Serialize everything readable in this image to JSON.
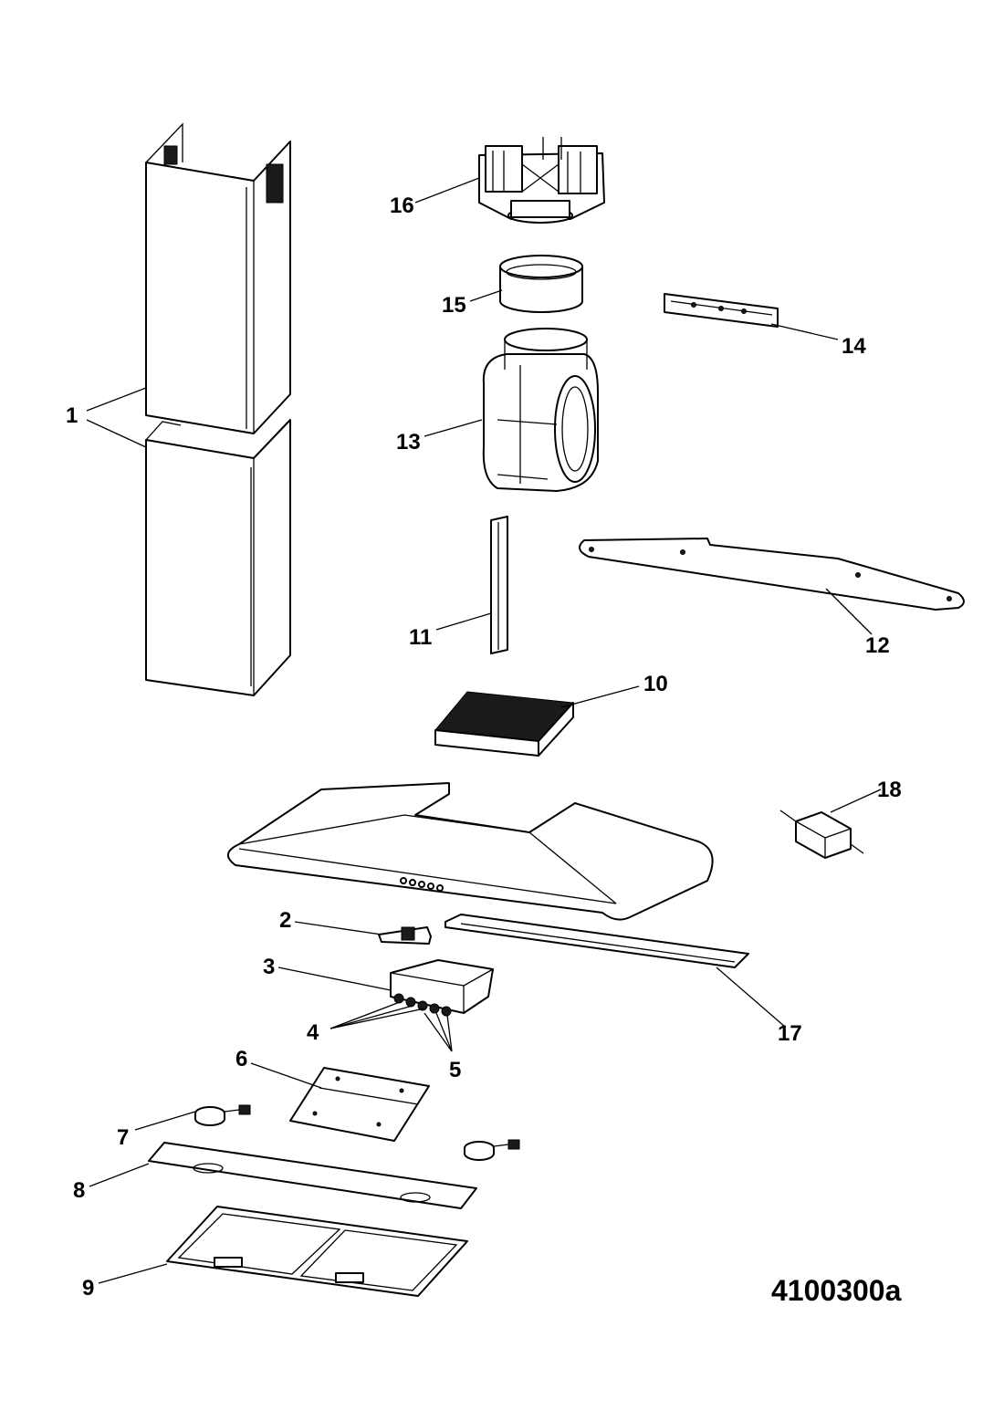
{
  "diagram": {
    "callouts": [
      "1",
      "2",
      "3",
      "4",
      "5",
      "6",
      "7",
      "8",
      "9",
      "10",
      "11",
      "12",
      "13",
      "14",
      "15",
      "16",
      "17",
      "18"
    ],
    "drawing_code": "4100300a"
  }
}
